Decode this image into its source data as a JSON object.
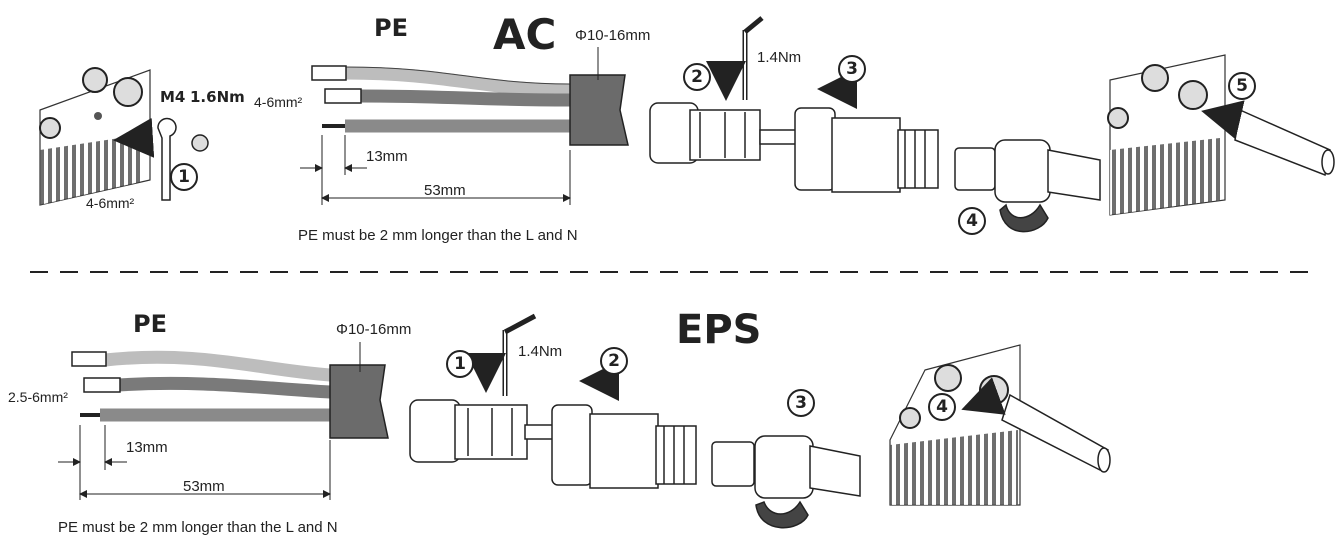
{
  "colors": {
    "ink": "#222222",
    "sheath": "#6b6b6b",
    "wire_light": "#bdbdbd",
    "wire_mid": "#7a7a7a",
    "wire_dark": "#8a8a8a",
    "heatsink": "#555555"
  },
  "ac": {
    "title": "AC",
    "pe_label": "PE",
    "cable_diameter": "Φ10-16mm",
    "wire_section": "4-6mm²",
    "strip_length": "13mm",
    "total_length": "53mm",
    "note": "PE must be 2 mm longer than the L and N",
    "ground_bolt": "M4",
    "ground_torque": "1.6Nm",
    "ground_wire_section": "4-6mm²",
    "screw_torque": "1.4Nm",
    "steps": [
      "1",
      "2",
      "3",
      "4",
      "5"
    ]
  },
  "eps": {
    "title": "EPS",
    "pe_label": "PE",
    "cable_diameter": "Φ10-16mm",
    "wire_section": "2.5-6mm²",
    "strip_length": "13mm",
    "total_length": "53mm",
    "note": "PE must be 2 mm longer than the L and N",
    "screw_torque": "1.4Nm",
    "steps": [
      "1",
      "2",
      "3",
      "4"
    ]
  }
}
